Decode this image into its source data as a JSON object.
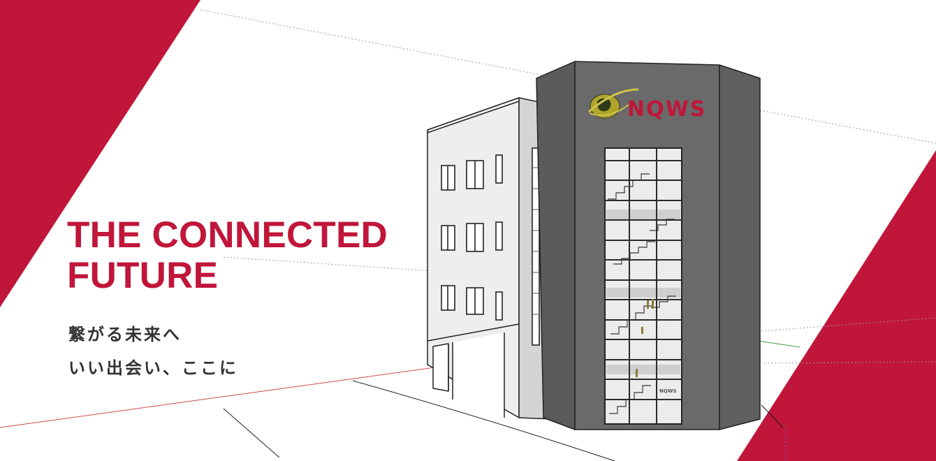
{
  "hero": {
    "headline_line1": "THE CONNECTED",
    "headline_line2": "FUTURE",
    "tagline_line1": "繋がる未来へ",
    "tagline_line2": "いい出会い、ここに"
  },
  "building": {
    "logo_text": "NQWS",
    "sign_text": "NQWS"
  },
  "colors": {
    "accent": "#c0163a",
    "tower": "#606060",
    "wing": "#e8e8e8",
    "globe": "#9a9322"
  }
}
